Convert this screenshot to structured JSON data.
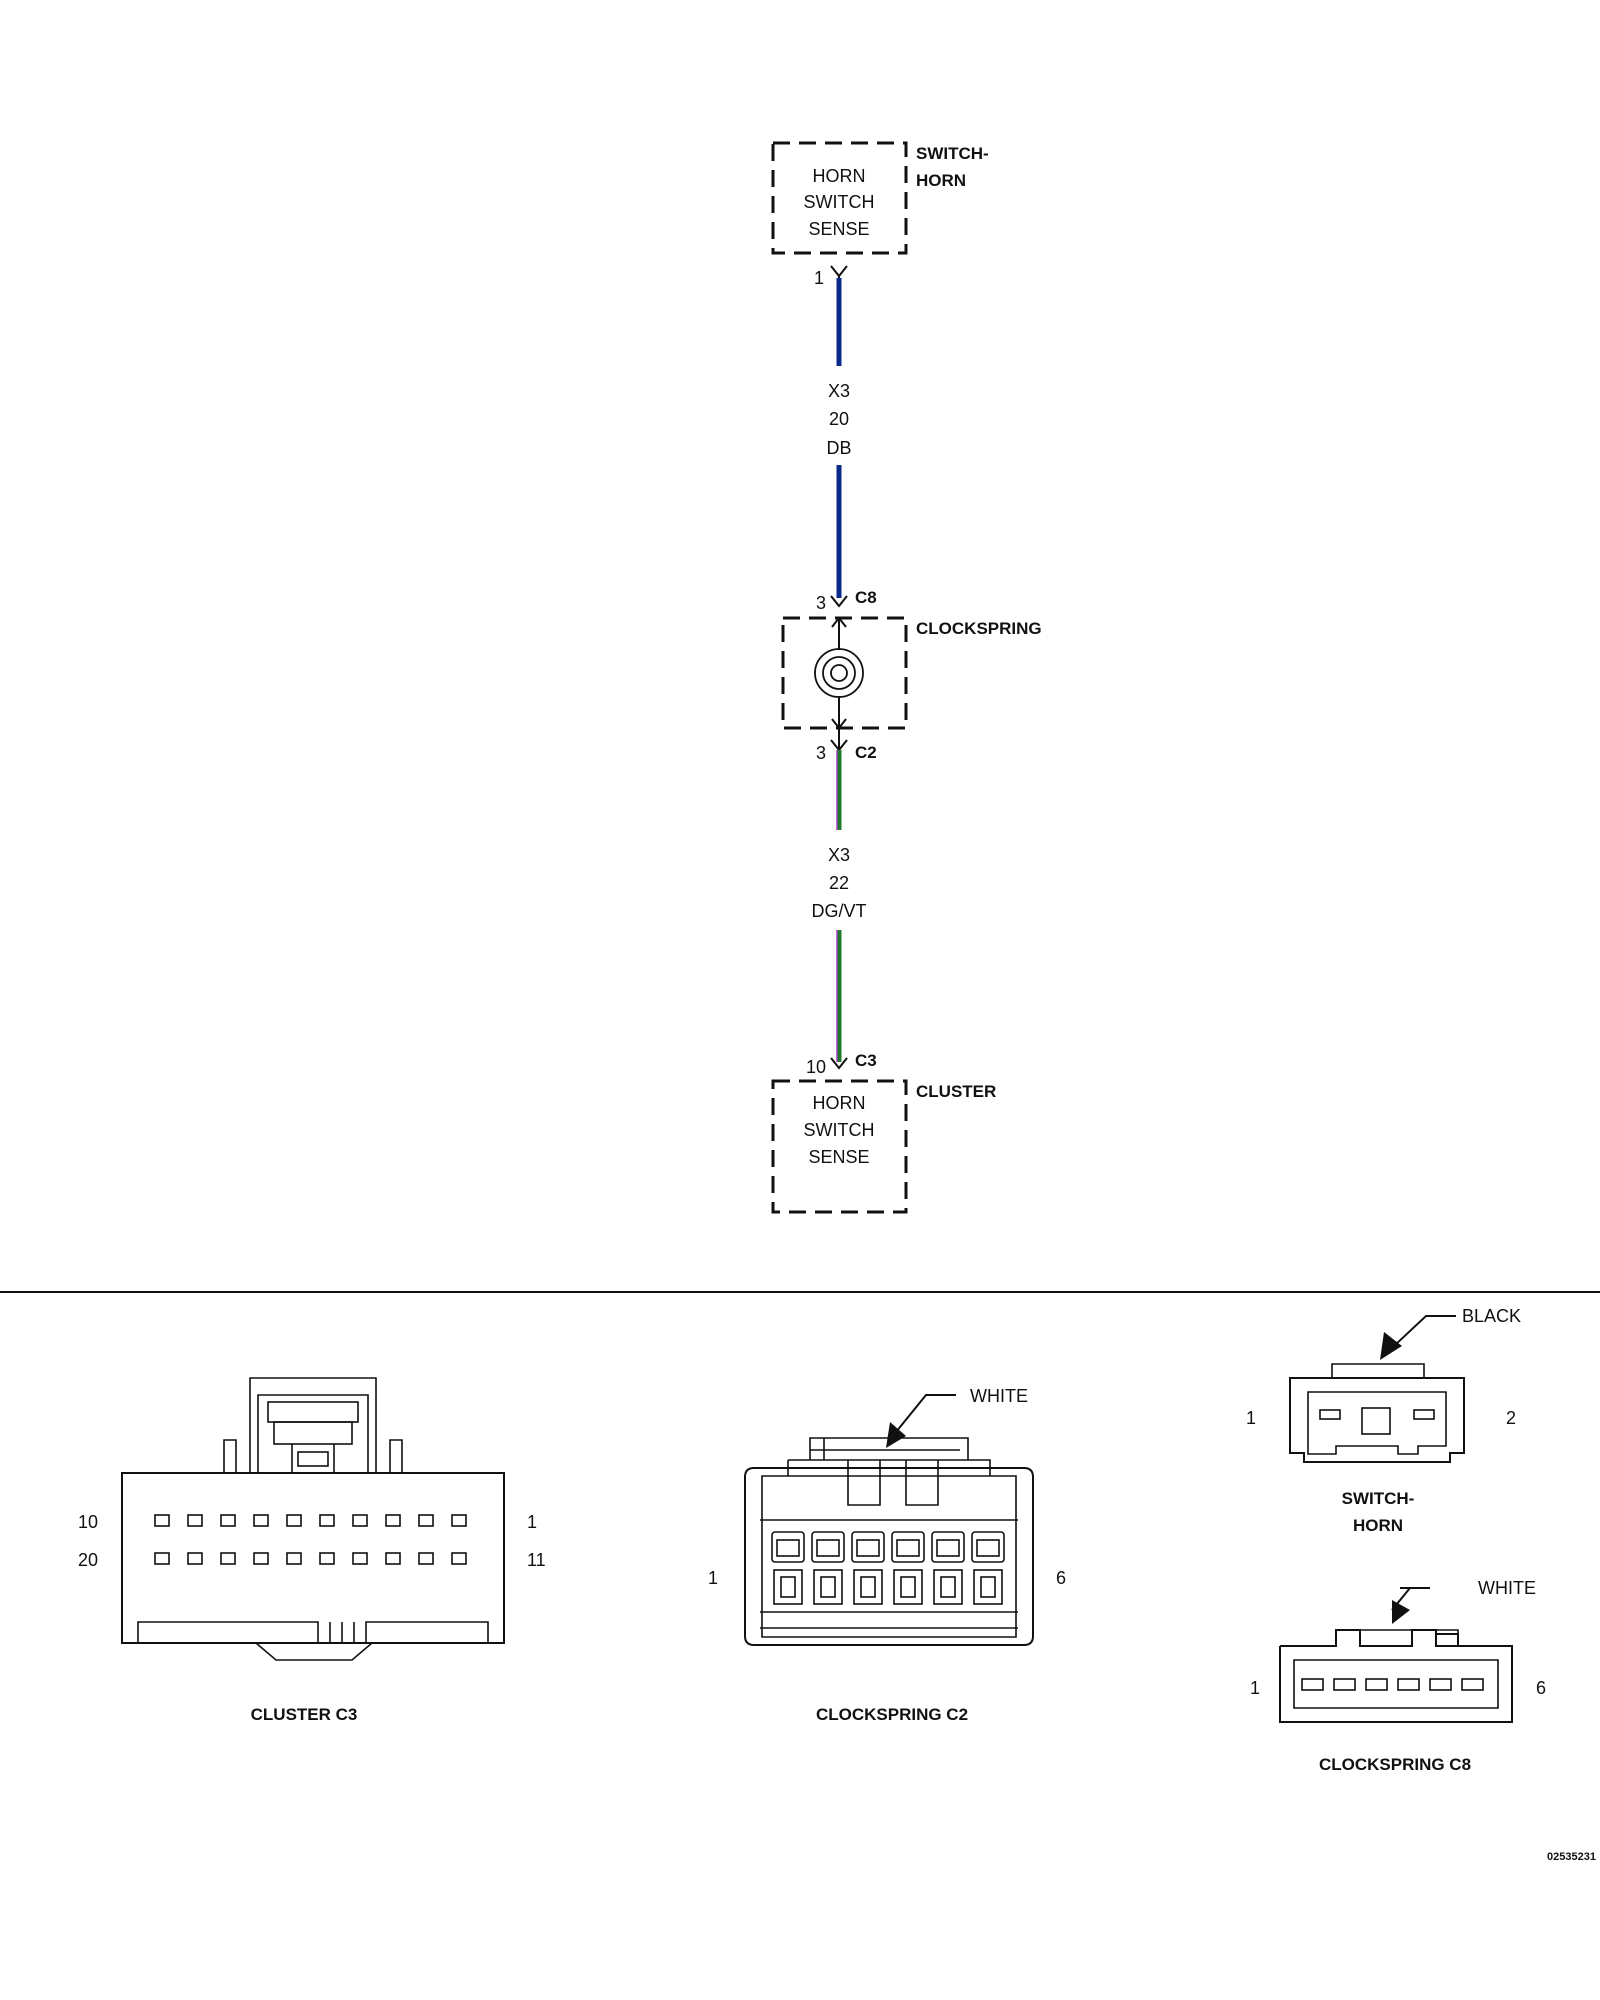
{
  "schematic": {
    "switch_horn": {
      "name_line1": "SWITCH-",
      "name_line2": "HORN",
      "func_line1": "HORN",
      "func_line2": "SWITCH",
      "func_line3": "SENSE",
      "pin": "1"
    },
    "wire_upper": {
      "circuit": "X3",
      "gauge": "20",
      "color_code": "DB",
      "color": "#0a2a8a"
    },
    "clockspring": {
      "name": "CLOCKSPRING",
      "top_pin": "3",
      "top_connector": "C8",
      "bottom_pin": "3",
      "bottom_connector": "C2"
    },
    "wire_lower": {
      "circuit": "X3",
      "gauge": "22",
      "color_code": "DG/VT",
      "color_primary": "#1e7a2a",
      "color_stripe": "#a040c0"
    },
    "cluster": {
      "name": "CLUSTER",
      "pin": "10",
      "connector": "C3",
      "func_line1": "HORN",
      "func_line2": "SWITCH",
      "func_line3": "SENSE"
    }
  },
  "connector_views": {
    "cluster_c3": {
      "title": "CLUSTER C3",
      "pin_top_left": "10",
      "pin_top_right": "1",
      "pin_bottom_left": "20",
      "pin_bottom_right": "11"
    },
    "clockspring_c2": {
      "title": "CLOCKSPRING C2",
      "color_label": "WHITE",
      "pin_left": "1",
      "pin_right": "6"
    },
    "switch_horn": {
      "title_line1": "SWITCH-",
      "title_line2": "HORN",
      "color_label": "BLACK",
      "pin_left": "1",
      "pin_right": "2"
    },
    "clockspring_c8": {
      "title": "CLOCKSPRING C8",
      "color_label": "WHITE",
      "pin_left": "1",
      "pin_right": "6"
    }
  },
  "figure_id": "02535231"
}
